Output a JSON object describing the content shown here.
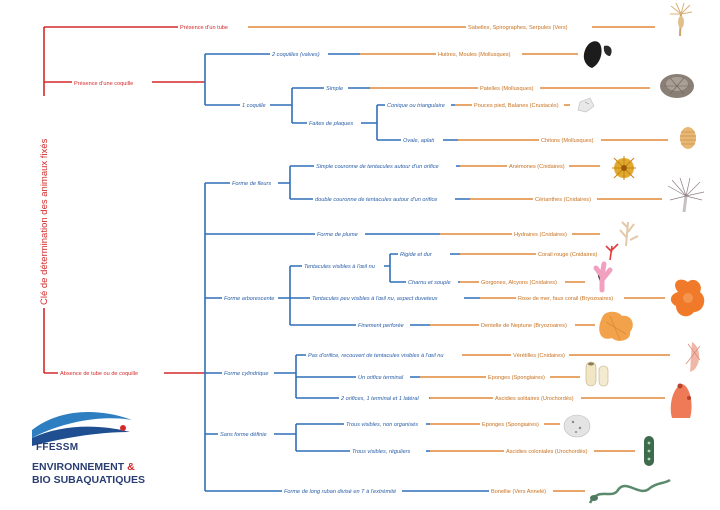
{
  "title": "Clé de détermination des animaux fixés",
  "colors": {
    "level1": "#d42a2a",
    "level2": "#2f6fb8",
    "result": "#e0893a"
  },
  "level1": {
    "tube": "Présence d'un tube",
    "coquille": "Présence d'une coquille",
    "absence": "Absence de tube ou de coquille"
  },
  "nodes": {
    "deux_coquilles": "2 coquilles (valves)",
    "une_coquille": "1 coquille",
    "simple": "Simple",
    "plaques": "Faites de plaques",
    "conique": "Conique ou triangulaire",
    "ovale": "Ovale, aplati",
    "fleurs": "Forme de fleurs",
    "simple_couronne": "Simple couronne de tentacules autour d'un orifice",
    "double_couronne": "double couronne de tentacules autour d'un orifice",
    "plume": "Forme de plume",
    "arborescente": "Forme arborescente",
    "tentacules_visibles": "Tentacules visibles à l'œil nu",
    "rigide": "Rigide et dur",
    "charnu": "Charnu et souple",
    "tentacules_peu": "Tentacules peu visibles à l'œil nu, aspect duveteux",
    "finement": "Finement perforée",
    "cylindrique": "Forme cylindrique",
    "pas_orifice": "Pas d'orifice, recouvert de tentacules visibles à l'œil nu",
    "un_orifice": "Un orifice terminal",
    "deux_orifices": "2 orifices, 1 terminal et 1 latéral",
    "sans_forme": "Sans forme définie",
    "trous_non": "Trous visibles, non organisés",
    "trous_reg": "Trous visibles, réguliers",
    "ruban": "Forme de long ruban divisé en T à l'extrémité"
  },
  "results": {
    "sabelles": "Sabelles, Spirographes, Serpules (Vers)",
    "huitres": "Huitres, Moules (Mollusques)",
    "patelles": "Patelles (Mollusques)",
    "pouces": "Pouces pied, Balanes (Crustacés)",
    "chitons": "Chitons (Mollusques)",
    "anemones": "Anémones (Cnidaires)",
    "cerianthes": "Cérianthes (Cnidaires)",
    "hydraires": "Hydraires (Cnidaires)",
    "corail": "Corail rouge (Cnidaires)",
    "gorgones": "Gorgones, Alcyons (Cnidaires)",
    "rose": "Rose de mer, faux corail (Bryozoaires)",
    "dentelle": "Dentelle de Neptune (Bryozoaires)",
    "veretilles": "Vérétilles (Cnidaires)",
    "eponges1": "Eponges (Spongiaires)",
    "ascidies_sol": "Ascidies solitaires (Urochordés)",
    "eponges2": "Eponges (Spongiaires)",
    "ascidies_col": "Ascidies coloniales (Urochordés)",
    "bonellie": "Bonellie (Vers Annelé)"
  },
  "logo": {
    "abbr": "FFESSM",
    "line1": "ENVIRONNEMENT",
    "amp": "&",
    "line2": "BIO SUBAQUATIQUES"
  },
  "icons": [
    "sabelle-icon",
    "moule-icon",
    "patelle-icon",
    "balane-icon",
    "chiton-icon",
    "anemone-icon",
    "cerianthe-icon",
    "hydraire-icon",
    "corail-rouge-icon",
    "alcyon-icon",
    "rose-de-mer-icon",
    "dentelle-icon",
    "veretille-icon",
    "eponge-icon",
    "ascidie-icon",
    "eponge-trous-icon",
    "ascidie-coloniale-icon",
    "bonellie-icon"
  ]
}
